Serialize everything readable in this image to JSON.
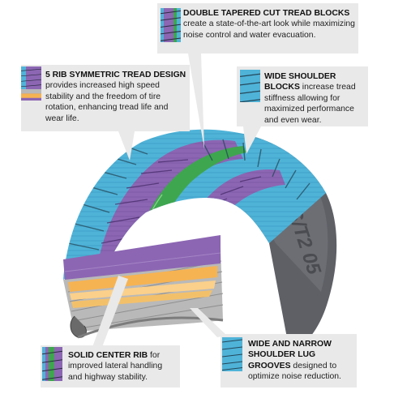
{
  "sidewall_text": "DTX S/T2 05",
  "callouts": [
    {
      "id": "double-tapered",
      "title": "DOUBLE TAPERED CUT TREAD BLOCKS",
      "body": " create a state-of-the-art look while maximizing noise control and water evacuation."
    },
    {
      "id": "five-rib",
      "title": "5 RIB SYMMETRIC TREAD DESIGN",
      "body": " provides increased high speed stability and the freedom of tire rotation, enhancing tread life and wear life."
    },
    {
      "id": "wide-shoulder",
      "title": "WIDE SHOULDER BLOCKS",
      "body": " increase tread stiffness allowing for maximized performance and even wear."
    },
    {
      "id": "solid-center",
      "title": "SOLID CENTER RIB",
      "body": " for improved lateral handling and highway stability."
    },
    {
      "id": "lug-grooves",
      "title": "WIDE AND NARROW SHOULDER LUG GROOVES",
      "body": " designed to optimize noise reduction."
    }
  ],
  "colors": {
    "tread_blue": "#4fb3d8",
    "tread_purple": "#8c66b3",
    "center_green": "#3ea64e",
    "belt_orange": "#f6b352",
    "casing_gray": "#b9b9b9",
    "callout_bg": "#e9e9e9"
  }
}
